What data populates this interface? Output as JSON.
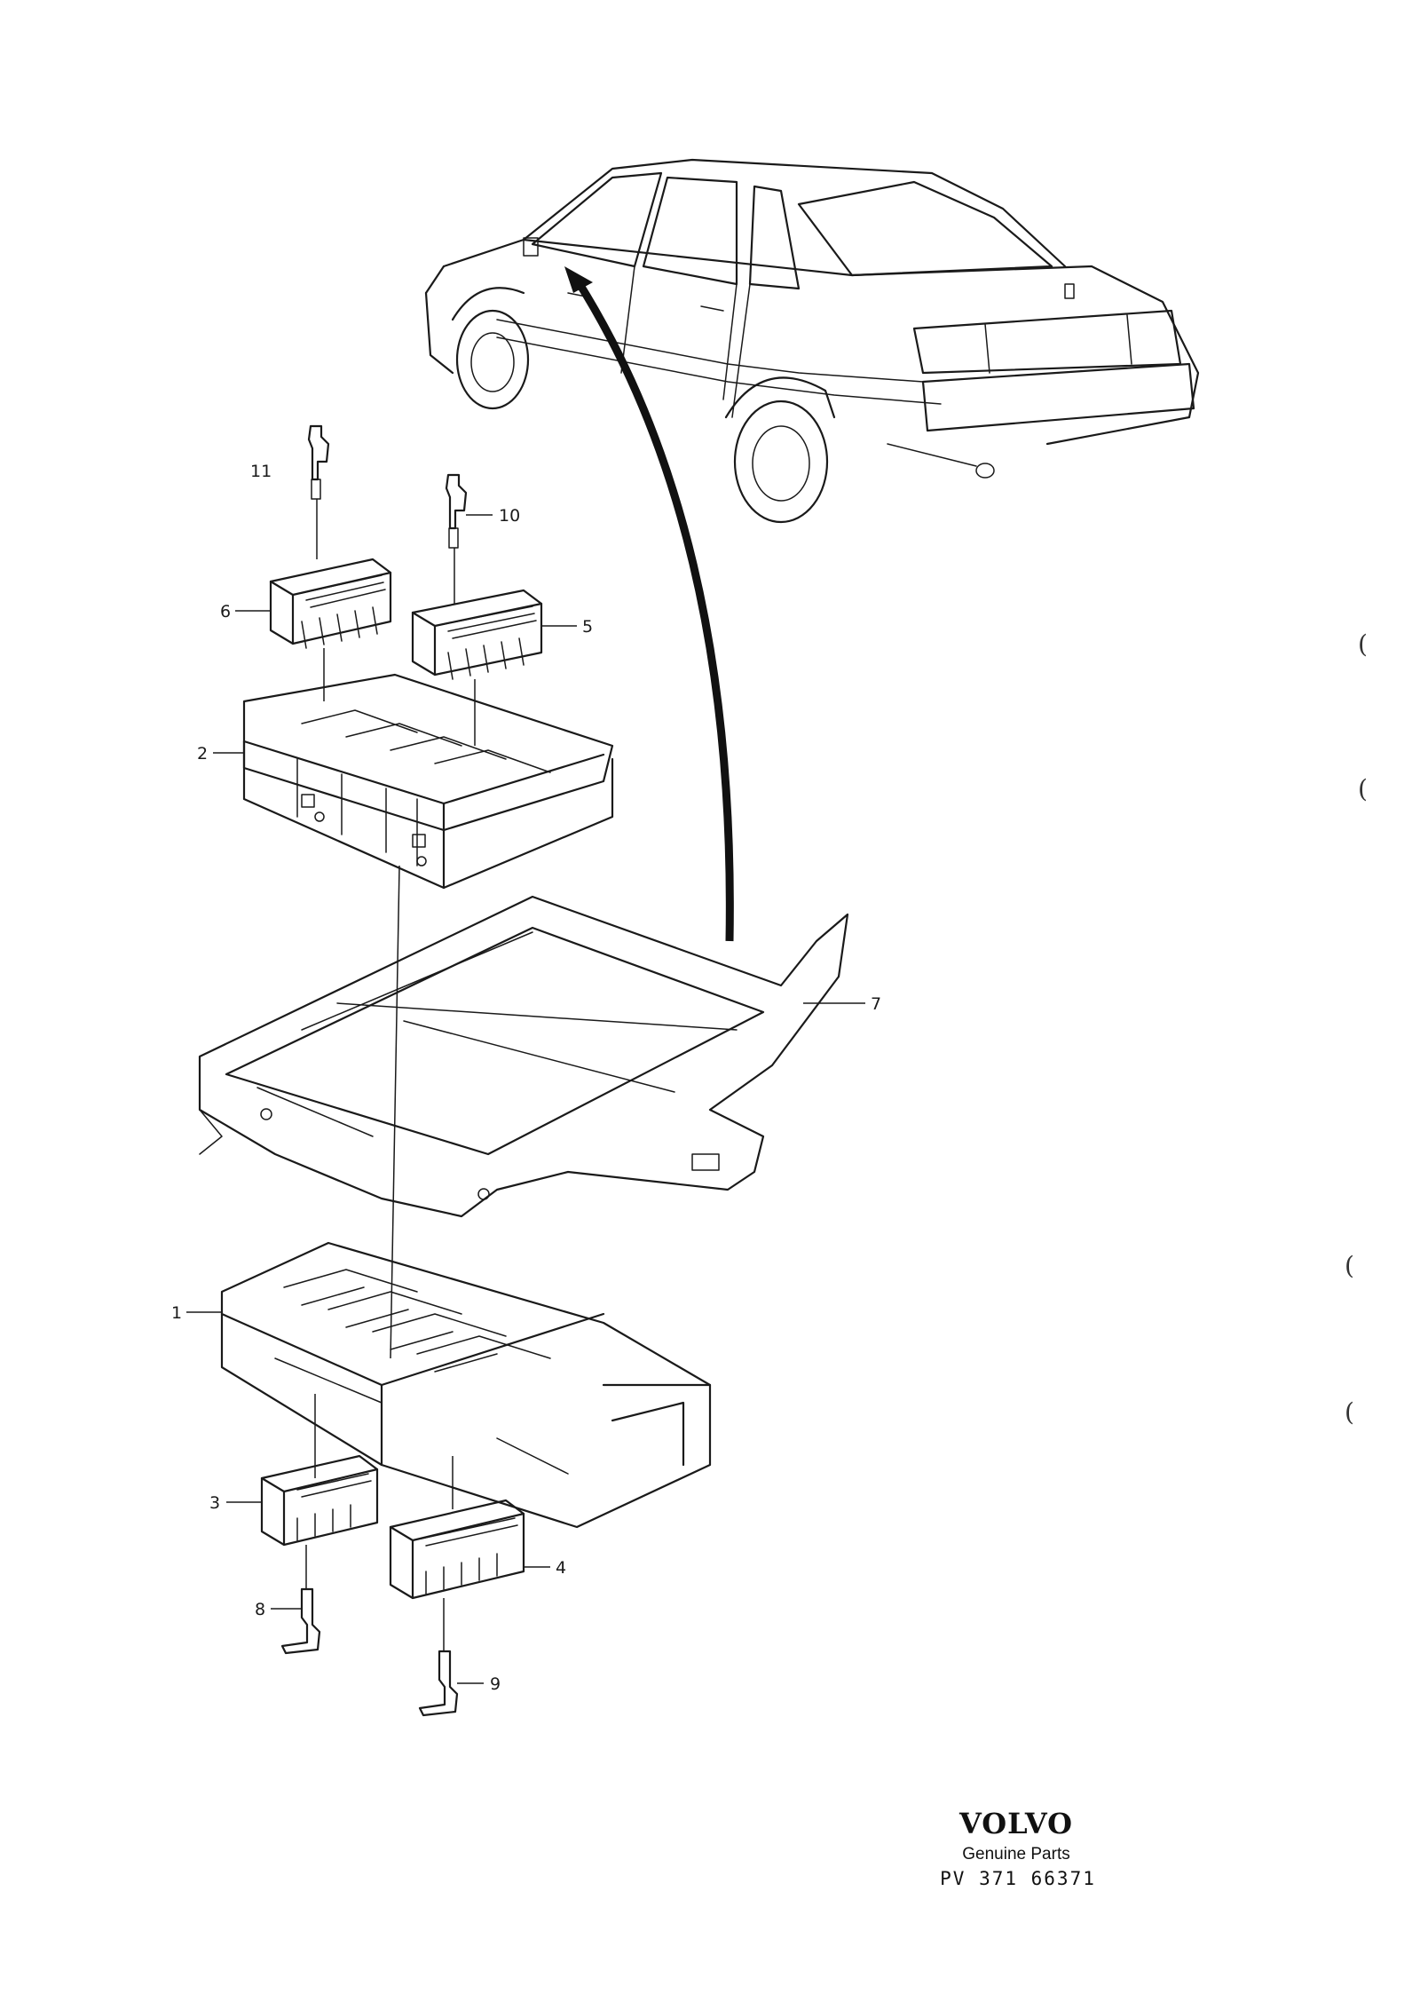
{
  "callouts": [
    {
      "id": "1",
      "label": "1"
    },
    {
      "id": "2",
      "label": "2"
    },
    {
      "id": "3",
      "label": "3"
    },
    {
      "id": "4",
      "label": "4"
    },
    {
      "id": "5",
      "label": "5"
    },
    {
      "id": "6",
      "label": "6"
    },
    {
      "id": "7",
      "label": "7"
    },
    {
      "id": "8",
      "label": "8"
    },
    {
      "id": "9",
      "label": "9"
    },
    {
      "id": "10",
      "label": "10"
    },
    {
      "id": "11",
      "label": "11"
    }
  ],
  "footer": {
    "brand": "VOLVO",
    "tagline": "Genuine Parts",
    "part_number": "PV 371 66371"
  },
  "margin_marks": [
    "(",
    "(",
    "(",
    "("
  ]
}
